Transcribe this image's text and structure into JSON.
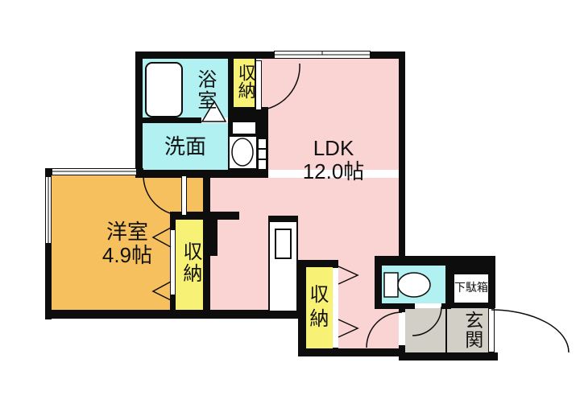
{
  "floorplan": {
    "rooms": {
      "ldk": {
        "name": "LDK",
        "area": "12.0帖"
      },
      "bedroom": {
        "name": "洋室",
        "area": "4.9帖"
      },
      "bathroom": {
        "name": "浴室"
      },
      "washroom": {
        "name": "洗面"
      },
      "toilet": {
        "name": ""
      },
      "closet_top": {
        "name": "収納"
      },
      "closet_middle": {
        "name": "収納"
      },
      "closet_bottom": {
        "name": "収納"
      },
      "shoe_cabinet": {
        "name": "下駄箱"
      },
      "entrance": {
        "name": "玄関"
      }
    },
    "colors": {
      "wall": "#0d0d0d",
      "ldk_pink": "#fad3d3",
      "wet_cyan": "#b2f1f1",
      "bedroom_orange": "#f6c05f",
      "closet_yellow": "#f7f175",
      "entrance_gray": "#d2cfc6",
      "fixture_white": "#ffffff"
    }
  }
}
